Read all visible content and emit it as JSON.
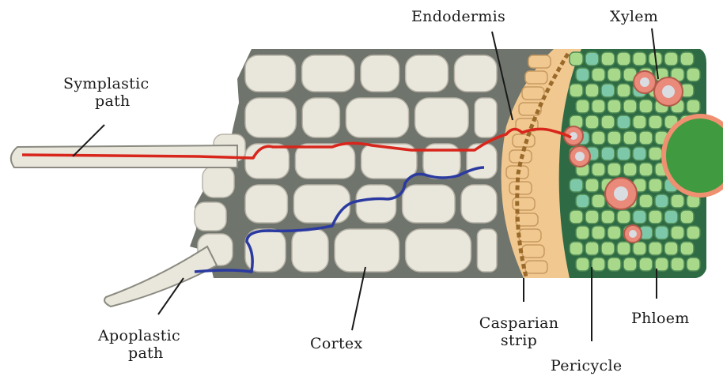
{
  "diagram": {
    "labels": {
      "symplastic": [
        "Symplastic",
        "path"
      ],
      "apoplastic": [
        "Apoplastic",
        "path"
      ],
      "cortex": "Cortex",
      "endodermis": "Endodermis",
      "xylem": "Xylem",
      "casparian": [
        "Casparian",
        "strip"
      ],
      "phloem": "Phloem",
      "pericycle": "Pericycle"
    },
    "colors": {
      "symplastic_path": "#d8261c",
      "apoplastic_path": "#2b3aa0",
      "cortex_cell": "#e9e6dc",
      "cell_wall": "#6f746c",
      "endodermis": "#f0c890",
      "casparian_strip": "#9a6a2a",
      "stele": "#a8d88a",
      "xylem_vessel": "#e98a7a",
      "pith": "#3f9a40"
    }
  }
}
